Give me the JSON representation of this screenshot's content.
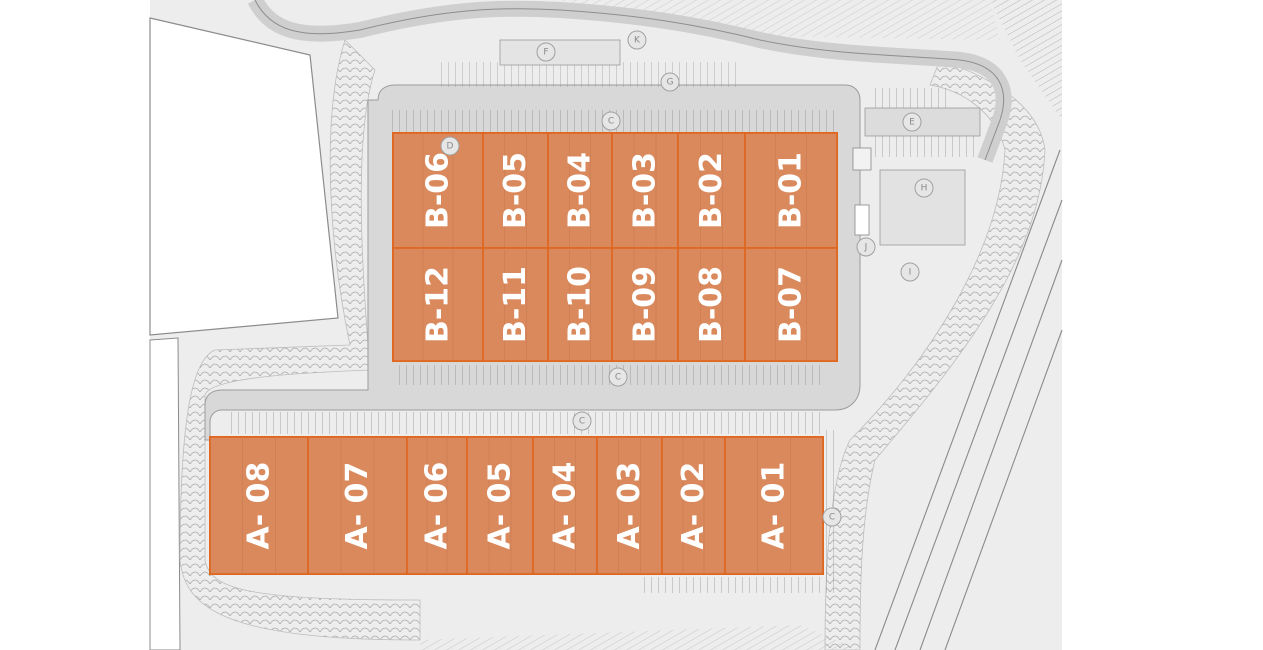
{
  "building_b": {
    "units": [
      "B-06",
      "B-05",
      "B-04",
      "B-03",
      "B-02",
      "B-01",
      "B-12",
      "B-11",
      "B-10",
      "B-09",
      "B-08",
      "B-07"
    ]
  },
  "building_a": {
    "units": [
      "A- 08",
      "A- 07",
      "A- 06",
      "A- 05",
      "A- 04",
      "A- 03",
      "A- 02",
      "A- 01"
    ]
  },
  "markers": [
    "F",
    "K",
    "G",
    "C",
    "E",
    "H",
    "J",
    "I",
    "D",
    "C",
    "C",
    "C"
  ],
  "colors": {
    "unit_fill": "#d9895c",
    "unit_border": "#e0641c",
    "paper": "#ededed",
    "road": "#d6d6d6",
    "line": "#9a9a9a"
  }
}
